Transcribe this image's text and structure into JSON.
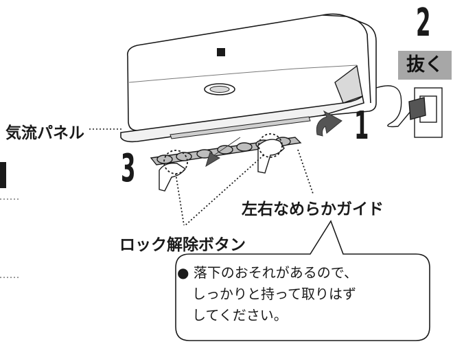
{
  "steps": {
    "s1": "1",
    "s2": "2",
    "s3": "3"
  },
  "labels": {
    "unplug": "抜く",
    "airflow_panel": "気流パネル",
    "slide_guide": "左右なめらかガイド",
    "lock_release": "ロック解除ボタン"
  },
  "note": {
    "bullet": "●",
    "line1": "落下のおそれがあるので、",
    "line2": "しっかりと持って取りはず",
    "line3": "してください。"
  },
  "colors": {
    "badge": "#a7a7a7",
    "line": "#1a1a1a",
    "unit_fill": "#ffffff",
    "shade": "#d9d9d9"
  }
}
